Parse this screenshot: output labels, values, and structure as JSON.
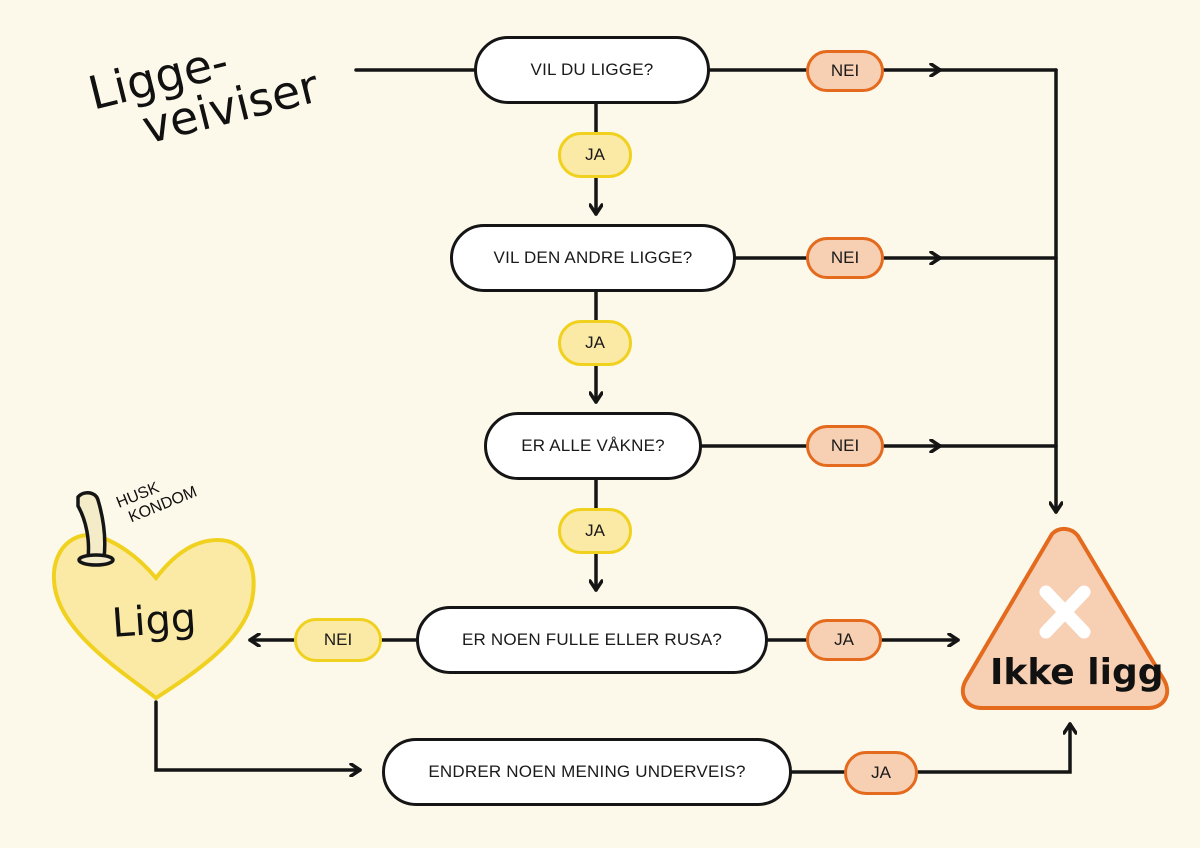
{
  "title": {
    "line1": "Ligge-",
    "line2": "veiviser"
  },
  "questions": [
    {
      "id": "q1",
      "label": "VIL DU LIGGE?"
    },
    {
      "id": "q2",
      "label": "VIL DEN ANDRE LIGGE?"
    },
    {
      "id": "q3",
      "label": "ER ALLE VÅKNE?"
    },
    {
      "id": "q4",
      "label": "ER NOEN FULLE ELLER RUSA?"
    },
    {
      "id": "q5",
      "label": "ENDRER NOEN MENING UNDERVEIS?"
    }
  ],
  "answers": {
    "q1_no": "NEI",
    "q1_yes": "JA",
    "q2_no": "NEI",
    "q2_yes": "JA",
    "q3_no": "NEI",
    "q3_yes": "JA",
    "q4_no": "NEI",
    "q4_yes": "JA",
    "q5_yes": "JA"
  },
  "outcomes": {
    "positive": {
      "label": "Ligg",
      "note_line1": "HUSK",
      "note_line2": "KONDOM",
      "icon": "condom-icon"
    },
    "negative": {
      "label": "Ikke ligg",
      "icon": "x-icon"
    }
  },
  "colors": {
    "background": "#fdf9ea",
    "yes_fill": "#fbeaa6",
    "yes_border": "#f1d11f",
    "no_fill": "#f7cfb3",
    "no_border": "#e46a1e",
    "line": "#151515"
  }
}
